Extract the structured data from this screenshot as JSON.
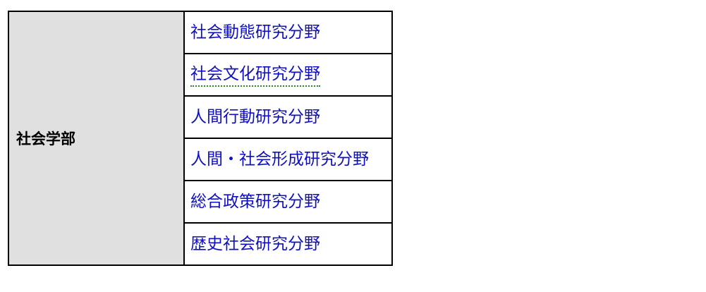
{
  "faculty": {
    "name": "社会学部",
    "background": "#e0e0e0"
  },
  "fields": [
    {
      "label": "社会動態研究分野"
    },
    {
      "label": "社会文化研究分野"
    },
    {
      "label": "人間行動研究分野"
    },
    {
      "label": "人間・社会形成研究分野"
    },
    {
      "label": "総合政策研究分野"
    },
    {
      "label": "歴史社会研究分野"
    }
  ],
  "colors": {
    "link": "#1010c0",
    "focus_outline": "#2a8a2a",
    "border": "#000000"
  }
}
